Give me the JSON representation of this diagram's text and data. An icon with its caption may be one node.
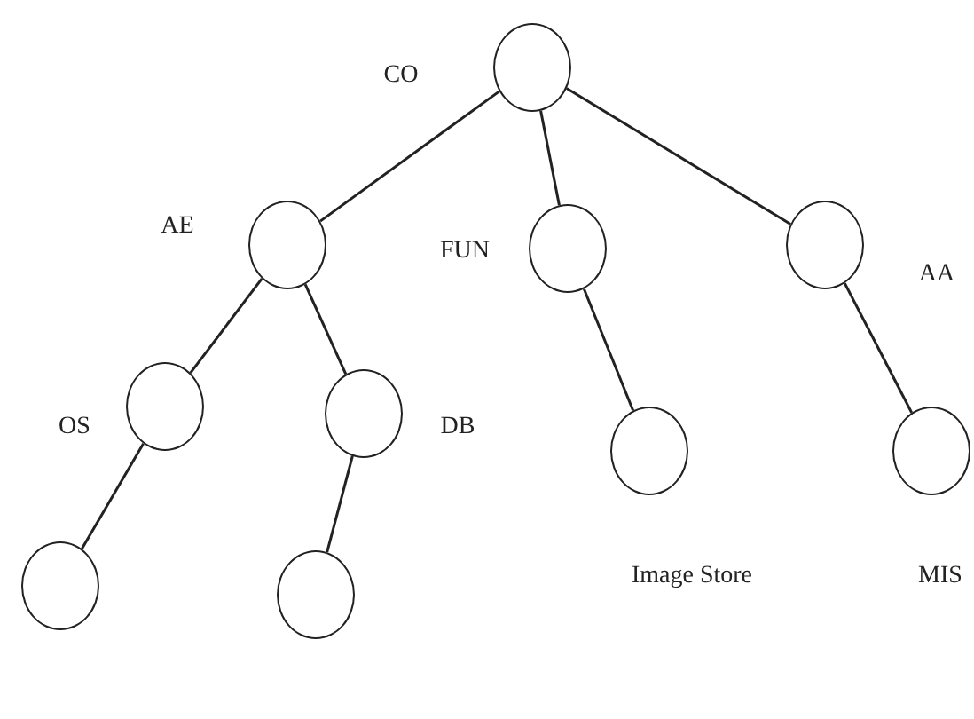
{
  "diagram": {
    "nodes": [
      {
        "text": [],
        "shape": "circle",
        "beside": [
          "CO"
        ]
      },
      {
        "text": [],
        "shape": "circle",
        "beside": [
          "AE"
        ]
      },
      {
        "text": [],
        "shape": "circle",
        "beside": [
          "FUN"
        ]
      },
      {
        "text": [],
        "shape": "circle",
        "beside": [
          "AA"
        ]
      },
      {
        "text": [],
        "shape": "circle",
        "beside": [
          "OS"
        ]
      },
      {
        "text": [],
        "shape": "circle",
        "beside": [
          "DB"
        ]
      },
      {
        "text": [],
        "shape": "circle",
        "beside": [
          "Image Store"
        ]
      },
      {
        "text": [],
        "shape": "circle",
        "beside": [
          "MIS"
        ]
      },
      {
        "text": [],
        "shape": "circle"
      },
      {
        "text": [],
        "shape": "circle"
      }
    ],
    "edges": [
      {
        "from": 0,
        "to": 1,
        "arrow": "none"
      },
      {
        "from": 0,
        "to": 2,
        "arrow": "none"
      },
      {
        "from": 0,
        "to": 3,
        "arrow": "none"
      },
      {
        "from": 1,
        "to": 4,
        "arrow": "none"
      },
      {
        "from": 1,
        "to": 5,
        "arrow": "none"
      },
      {
        "from": 2,
        "to": 6,
        "arrow": "none"
      },
      {
        "from": 3,
        "to": 7,
        "arrow": "none"
      },
      {
        "from": 4,
        "to": 8,
        "arrow": "none"
      },
      {
        "from": 5,
        "to": 9,
        "arrow": "none"
      }
    ]
  }
}
